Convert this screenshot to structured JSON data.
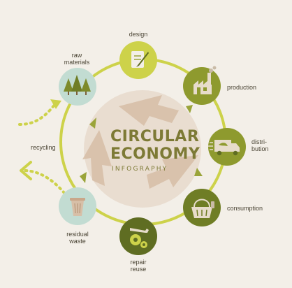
{
  "title_line1": "CIRCULAR",
  "title_line2": "ECONOMY",
  "subtitle": "INFOGRAPHY",
  "stages": [
    {
      "key": "design",
      "lines": [
        "design"
      ],
      "icon": "pencil-paper-icon"
    },
    {
      "key": "production",
      "lines": [
        "production"
      ],
      "icon": "factory-icon"
    },
    {
      "key": "distribution",
      "lines": [
        "distri-",
        "bution"
      ],
      "icon": "delivery-truck-icon"
    },
    {
      "key": "consumption",
      "lines": [
        "consumption"
      ],
      "icon": "shopping-basket-icon"
    },
    {
      "key": "repair",
      "lines": [
        "repair",
        "reuse"
      ],
      "icon": "wrench-gears-icon"
    },
    {
      "key": "residual",
      "lines": [
        "residual",
        "waste"
      ],
      "icon": "trash-can-icon"
    },
    {
      "key": "raw",
      "lines": [
        "raw",
        "materials"
      ],
      "icon": "pine-trees-icon"
    }
  ],
  "recycling_label": "recycling",
  "colors": {
    "background": "#f3efe8",
    "ring": "#cdd24a",
    "olive": "#7d8a2a",
    "olive_dark": "#5f6d22",
    "mint": "#c2dcd2",
    "center_disc": "#e9ddd0",
    "arrow_fill": "#d7bfa7",
    "dotted": "#cdd24a"
  }
}
